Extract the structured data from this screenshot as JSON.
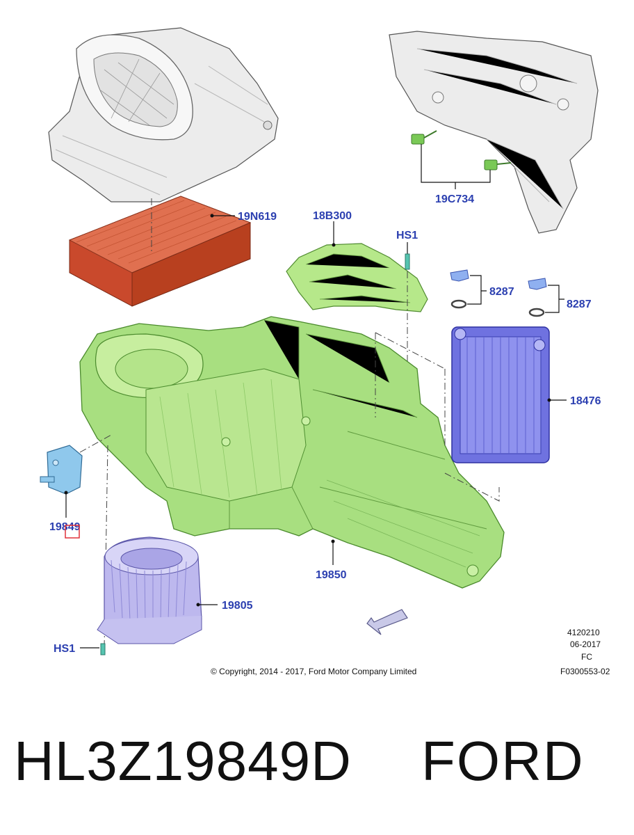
{
  "callouts": {
    "filter": "19N619",
    "duct_upper": "18B300",
    "screw_top": "HS1",
    "sensor": "19C734",
    "clip_left": "8287",
    "clip_right": "8287",
    "heater_core": "18476",
    "valve": "19849",
    "housing": "19850",
    "blower": "19805",
    "screw_bottom": "HS1"
  },
  "meta": {
    "code": "4120210",
    "date": "06-2017",
    "type": "FC",
    "ref": "F0300553-02",
    "copyright": "© Copyright, 2014 - 2017, Ford Motor Company Limited"
  },
  "footer": {
    "part_number": "HL3Z19849D",
    "brand": "FORD"
  },
  "colors": {
    "callout": "#2b3fb0",
    "filter": "#d9603f",
    "housing": "#9fd97a",
    "heater_core": "#6f72e0",
    "blower": "#bdb8ee",
    "valve": "#8fc8ec",
    "highlight_box": "#e0303a",
    "gray_part": "#e6e6e6"
  }
}
